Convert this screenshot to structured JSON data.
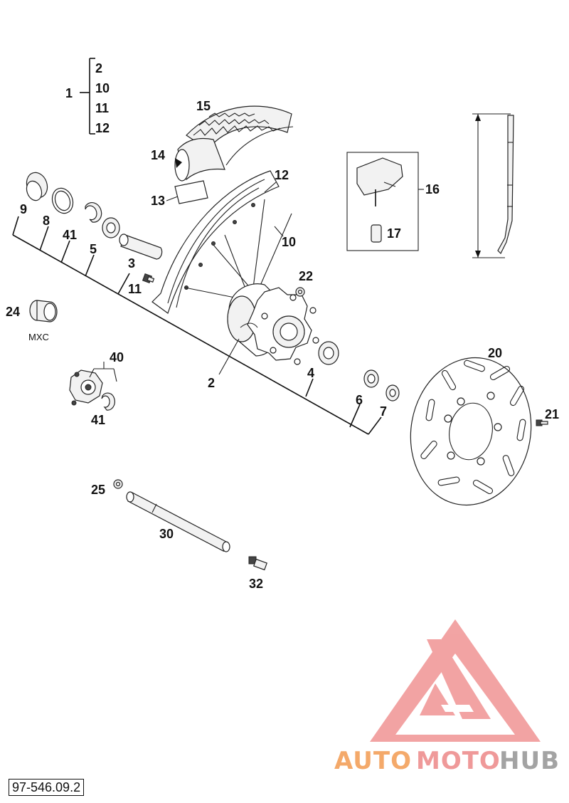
{
  "callouts": {
    "c1": "1",
    "c1_2": "2",
    "c1_10": "10",
    "c1_11": "11",
    "c1_12": "12",
    "c15": "15",
    "c14": "14",
    "c13": "13",
    "c12": "12",
    "c10": "10",
    "c16": "16",
    "c17": "17",
    "c9": "9",
    "c8": "8",
    "c41a": "41",
    "c5": "5",
    "c3": "3",
    "c11": "11",
    "c22": "22",
    "c24": "24",
    "c40": "40",
    "c41b": "41",
    "c2": "2",
    "c4": "4",
    "c6": "6",
    "c7": "7",
    "c20": "20",
    "c21": "21",
    "c25": "25",
    "c30": "30",
    "c32": "32"
  },
  "notes": {
    "mxc": "MXC"
  },
  "watermark": {
    "part1": "AUTO",
    "part2": "MOTO",
    "part3": "HUB",
    "color_main": "#f3a05a",
    "color_mid": "#ee8f8f",
    "color_dark": "#9a9a9a",
    "triangle_color": "#f19a9a"
  },
  "doc_number": "97-546.09.2"
}
